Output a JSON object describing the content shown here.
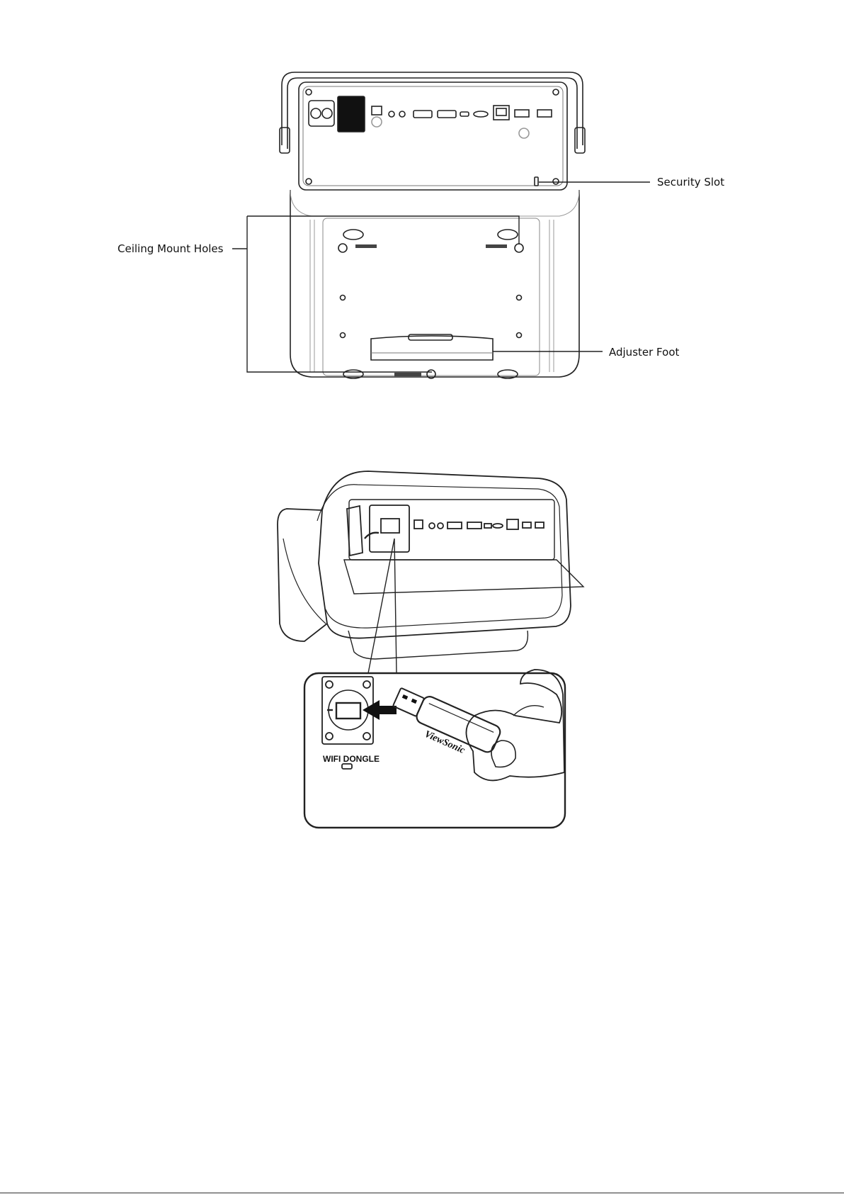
{
  "callouts": {
    "security_slot": "Security Slot",
    "ceiling_mount_holes": "Ceiling Mount Holes",
    "adjuster_foot": "Adjuster Foot"
  },
  "inset": {
    "port_label": "WIFI DONGLE",
    "brand": "ViewSonic"
  },
  "colors": {
    "line": "#222222",
    "mid": "#666666",
    "light": "#bbbbbb"
  }
}
